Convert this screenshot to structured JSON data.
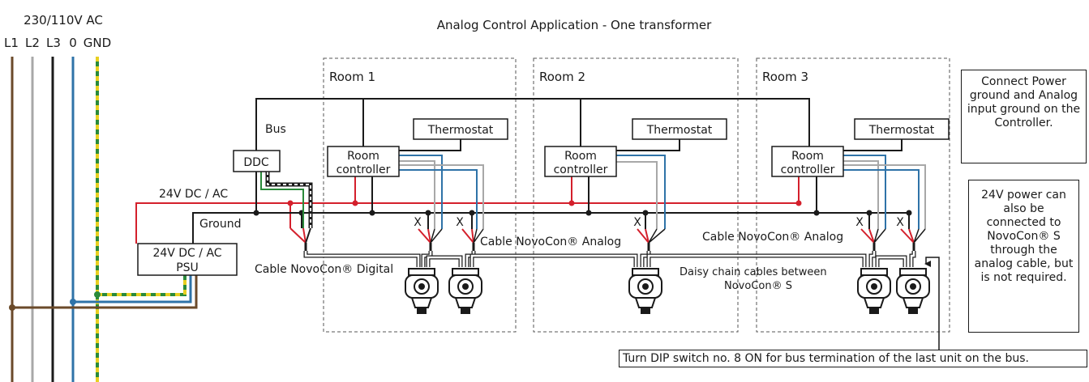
{
  "title": "Analog Control Application - One transformer",
  "supply": {
    "voltage": "230/110V AC",
    "phases": [
      "L1",
      "L2",
      "L3",
      "0",
      "GND"
    ]
  },
  "rooms": [
    "Room 1",
    "Room 2",
    "Room 3"
  ],
  "labels": {
    "bus": "Bus",
    "ddc": "DDC",
    "supply_line": "24V DC / AC",
    "ground": "Ground",
    "psu": [
      "24V DC / AC",
      "PSU"
    ],
    "room_controller": [
      "Room",
      "controller"
    ],
    "thermostat": "Thermostat",
    "cable_digital": "Cable NovoCon® Digital",
    "cable_analog": "Cable NovoCon® Analog",
    "daisy_chain": [
      "Daisy chain cables between",
      "NovoCon® S"
    ],
    "x_mark": "X"
  },
  "notes": {
    "ground_note": "Connect Power ground and Analog input ground on the Controller.",
    "power_note": "24V power can also be connected to NovoCon® S through the analog cable, but is not required.",
    "dip_note": "Turn DIP switch no. 8 ON for bus termination of the last unit on the bus."
  },
  "colors": {
    "brown": "#6b4a2a",
    "grey": "#a8a8a8",
    "black": "#1a1a1a",
    "blue": "#2f73a8",
    "red": "#d4202c",
    "green": "#2a8a3a",
    "yellow": "#e8d020"
  }
}
